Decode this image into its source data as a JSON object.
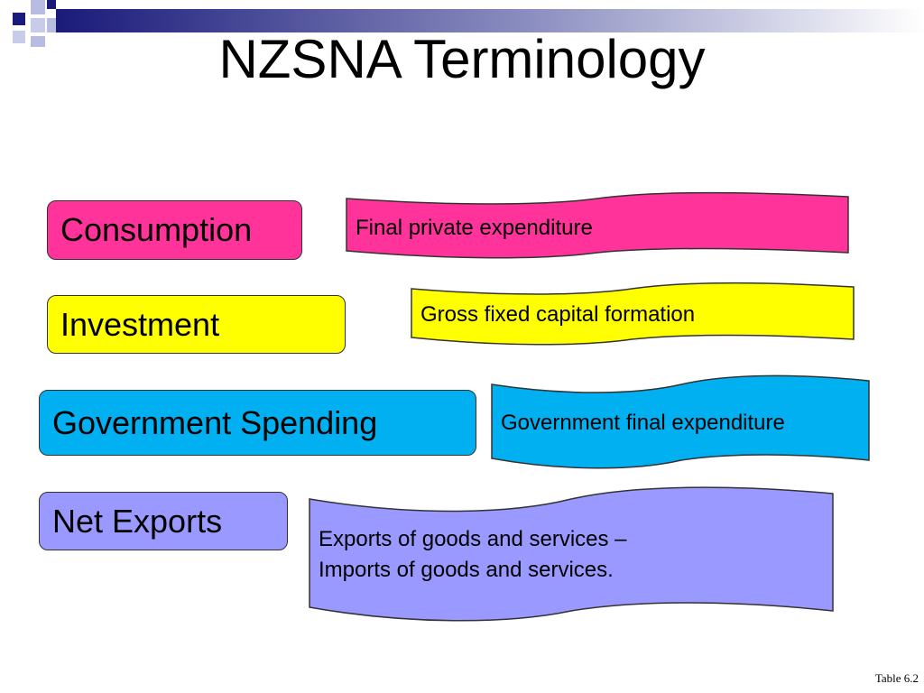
{
  "slide": {
    "title": "NZSNA Terminology",
    "footer": "Table 6.2"
  },
  "colors": {
    "consumption": "#ff3399",
    "investment": "#ffff00",
    "government": "#00b0f0",
    "net_exports": "#9999ff",
    "deco_navy": "#1a1a7a",
    "deco_light": "#b8bce0"
  },
  "terms": [
    {
      "id": "consumption",
      "label": "Consumption",
      "nzsna": [
        "Final private expenditure"
      ]
    },
    {
      "id": "investment",
      "label": "Investment",
      "nzsna": [
        "Gross fixed capital formation"
      ]
    },
    {
      "id": "government",
      "label": "Government Spending",
      "nzsna": [
        "Government final expenditure"
      ]
    },
    {
      "id": "net_exports",
      "label": "Net Exports",
      "nzsna": [
        "Exports of goods and services –",
        "Imports of goods and services."
      ]
    }
  ]
}
